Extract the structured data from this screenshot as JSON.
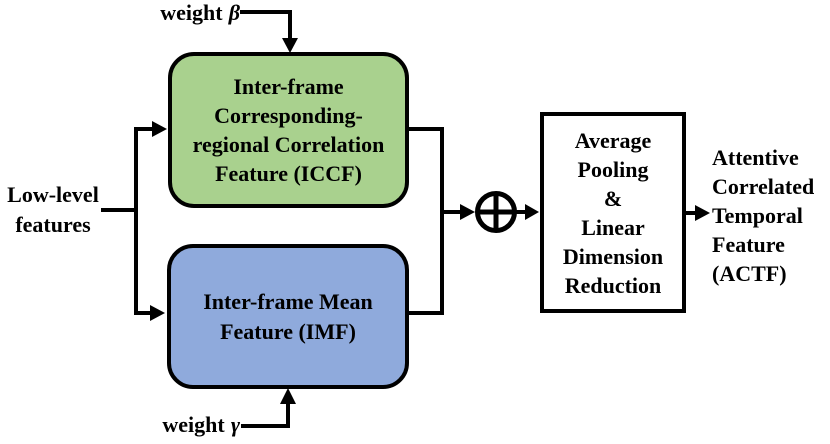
{
  "colors": {
    "iccf_fill": "#a9d18e",
    "imf_fill": "#8faadc",
    "pooling_fill": "#ffffff",
    "stroke": "#000000",
    "text": "#000000",
    "background": "#ffffff"
  },
  "labels": {
    "input": {
      "line1": "Low-level",
      "line2": "features"
    },
    "weight_beta": {
      "word": "weight",
      "symbol": "β"
    },
    "weight_gamma": {
      "word": "weight",
      "symbol": "γ"
    },
    "output": {
      "line1": "Attentive",
      "line2": "Correlated",
      "line3": "Temporal",
      "line4": "Feature",
      "line5": "(ACTF)"
    }
  },
  "nodes": {
    "iccf": {
      "line1": "Inter-frame",
      "line2": "Corresponding-",
      "line3": "regional Correlation",
      "line4": "Feature (ICCF)"
    },
    "imf": {
      "line1": "Inter-frame Mean",
      "line2": "Feature (IMF)"
    },
    "pooling": {
      "line1": "Average",
      "line2": "Pooling",
      "line3": "&",
      "line4": "Linear",
      "line5": "Dimension",
      "line6": "Reduction"
    }
  },
  "icons": {
    "sum": "circled-plus-icon"
  }
}
